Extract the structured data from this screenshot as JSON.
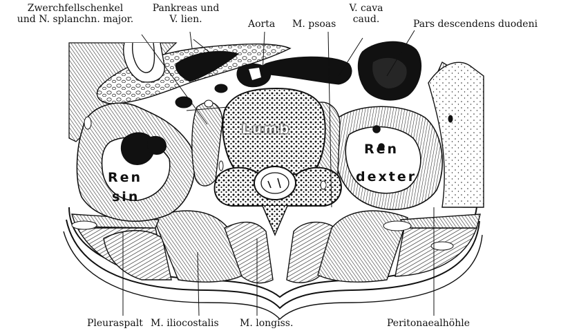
{
  "labels": {
    "zwerchfell_line1": "Zwerchfellschenkel",
    "zwerchfell_line2": "und N. splanchn. major.",
    "pankreas_line1": "Pankreas und",
    "pankreas_line2": "V. lien.",
    "aorta": "Aorta",
    "psoas": "M. psoas",
    "vcava_line1": "V. cava",
    "vcava_line2": "caud.",
    "duodeni": "Pars descendens duodeni",
    "pleuraspalt": "Pleuraspalt",
    "iliocostalis": "M. iliocostalis",
    "longiss": "M. longiss.",
    "peritonaeal": "Peritonaealhöhle"
  },
  "inner_labels": {
    "lumb": "Lumb",
    "ren_sin_1": "Ren",
    "ren_sin_2": "sin",
    "ren_dexter_1": "Ren",
    "ren_dexter_2": "dexter"
  }
}
